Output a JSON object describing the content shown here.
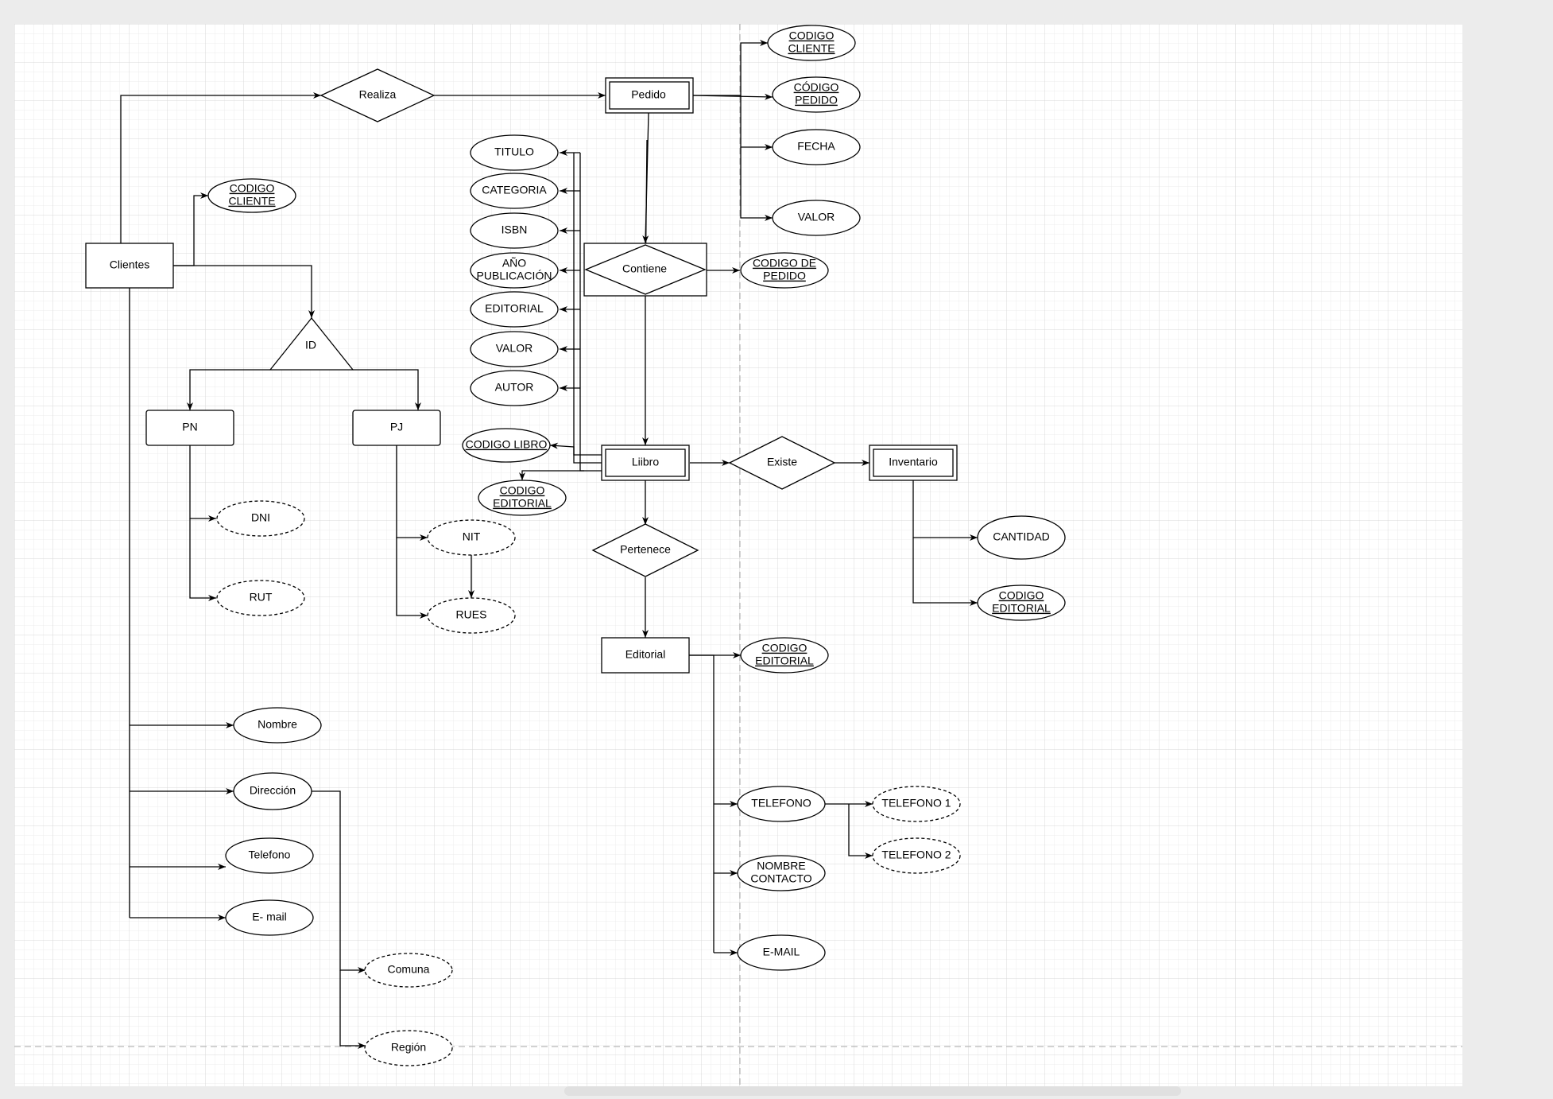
{
  "diagram": {
    "entities": {
      "clientes": "Clientes",
      "pn": "PN",
      "pj": "PJ",
      "pedido": "Pedido",
      "libro": "Liibro",
      "inventario": "Inventario",
      "editorial": "Editorial"
    },
    "relationships": {
      "realiza": "Realiza",
      "contiene": "Contiene",
      "existe": "Existe",
      "pertenece": "Pertenece",
      "id": "ID"
    },
    "clientes_attributes": {
      "codigo_cliente": [
        "CODIGO",
        "CLIENTE"
      ],
      "nombre": "Nombre",
      "direccion": "Dirección",
      "telefono": "Telefono",
      "email": "E- mail",
      "comuna": "Comuna",
      "region": "Región"
    },
    "pn_attributes": {
      "dni": "DNI",
      "rut": "RUT"
    },
    "pj_attributes": {
      "nit": "NIT",
      "rues": "RUES"
    },
    "pedido_attributes": {
      "codigo_cliente": [
        "CODIGO",
        "CLIENTE"
      ],
      "codigo_pedido": [
        "CÓDIGO",
        "PEDIDO"
      ],
      "fecha": "FECHA",
      "valor": "VALOR"
    },
    "contiene_attributes": {
      "codigo_de_pedido": [
        "CODIGO DE",
        "PEDIDO"
      ]
    },
    "libro_attributes": {
      "titulo": "TITULO",
      "categoria": "CATEGORIA",
      "isbn": "ISBN",
      "anio_publicacion": [
        "AÑO",
        "PUBLICACIÓN"
      ],
      "editorial": "EDITORIAL",
      "valor": "VALOR",
      "autor": "AUTOR",
      "codigo_libro": "CODIGO LIBRO",
      "codigo_editorial": [
        "CODIGO",
        "EDITORIAL"
      ]
    },
    "inventario_attributes": {
      "cantidad": "CANTIDAD",
      "codigo_editorial": [
        "CODIGO",
        "EDITORIAL"
      ]
    },
    "editorial_attributes": {
      "codigo_editorial": [
        "CODIGO",
        "EDITORIAL"
      ],
      "telefono": "TELEFONO",
      "telefono_1": "TELEFONO 1",
      "telefono_2": "TELEFONO 2",
      "nombre_contacto": [
        "NOMBRE",
        "CONTACTO"
      ],
      "email": "E-MAIL"
    }
  }
}
